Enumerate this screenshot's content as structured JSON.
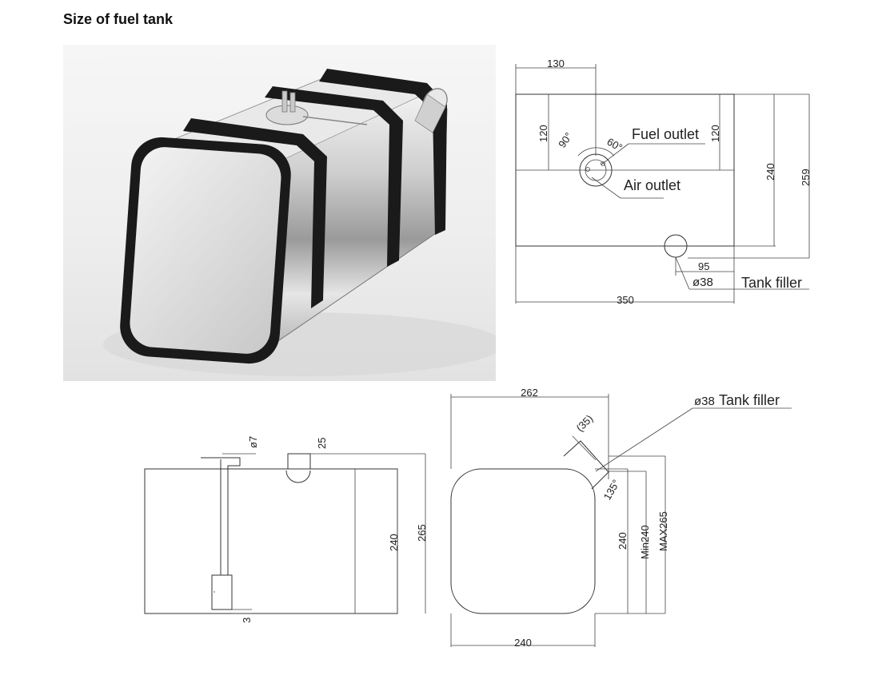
{
  "page": {
    "title": "Size of fuel tank"
  },
  "top_drawing": {
    "dims": {
      "width_130": "130",
      "left_120": "120",
      "right_120": "120",
      "angle_90": "90°",
      "angle_60": "60°",
      "height_240": "240",
      "height_259": "259",
      "offset_95": "95",
      "dia_38": "ø38",
      "length_350": "350"
    },
    "labels": {
      "fuel_outlet": "Fuel outlet",
      "air_outlet": "Air outlet",
      "tank_filler": "Tank filler"
    }
  },
  "side_drawing": {
    "dims": {
      "dia_7": "ø7",
      "d_25": "25",
      "h_240": "240",
      "h_265": "265",
      "d_3": "3"
    }
  },
  "end_drawing": {
    "dims": {
      "w_262": "262",
      "neck_35": "(35)",
      "angle_135": "135°",
      "h_240": "240",
      "min_240": "Min240",
      "max_265": "MAX265",
      "w_240": "240",
      "dia_38": "ø38"
    },
    "labels": {
      "tank_filler": "Tank filler"
    }
  },
  "colors": {
    "line": "#333333",
    "strap": "#1a1a1a",
    "steel": "#d9d9d9"
  }
}
